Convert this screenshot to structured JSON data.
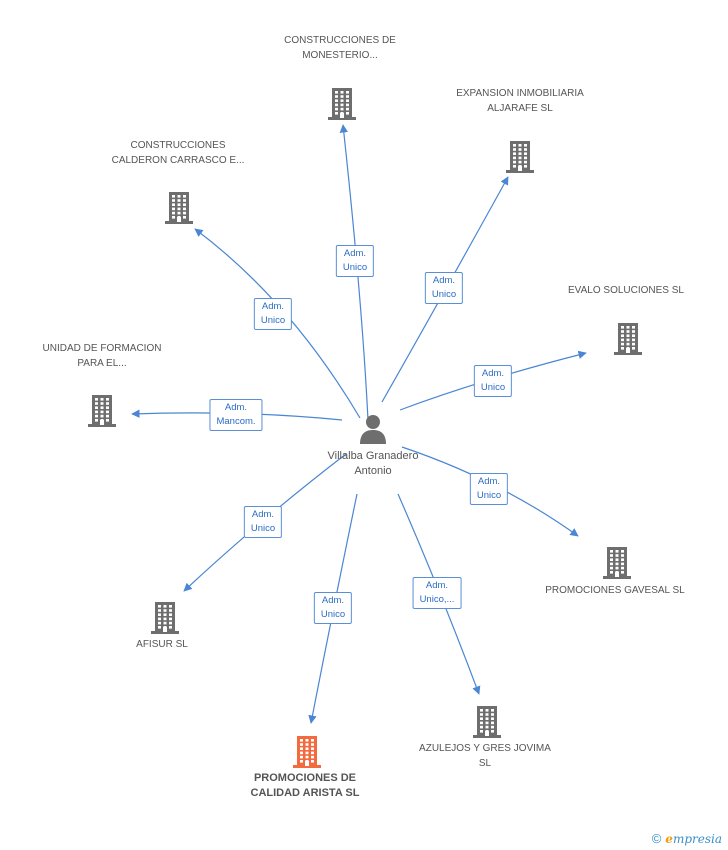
{
  "colors": {
    "edge": "#4a86d4",
    "building": "#6e6e6e",
    "highlight": "#f26a3d",
    "person": "#6e6e6e"
  },
  "center": {
    "name": "Villalba Granadero Antonio",
    "icon": "person-icon"
  },
  "nodes": [
    {
      "id": "monesterio",
      "label": "CONSTRUCCIONES DE MONESTERIO...",
      "edge_label": "Adm. Unico",
      "highlight": false,
      "icon": "building-icon"
    },
    {
      "id": "aljarafe",
      "label": "EXPANSION INMOBILIARIA ALJARAFE SL",
      "edge_label": "Adm. Unico",
      "highlight": false,
      "icon": "building-icon"
    },
    {
      "id": "calderon",
      "label": "CONSTRUCCIONES CALDERON CARRASCO E...",
      "edge_label": "Adm. Unico",
      "highlight": false,
      "icon": "building-icon"
    },
    {
      "id": "evalo",
      "label": "EVALO SOLUCIONES SL",
      "edge_label": "Adm. Unico",
      "highlight": false,
      "icon": "building-icon"
    },
    {
      "id": "unidad",
      "label": "UNIDAD DE FORMACION PARA EL...",
      "edge_label": "Adm. Mancom.",
      "highlight": false,
      "icon": "building-icon"
    },
    {
      "id": "gavesal",
      "label": "PROMOCIONES GAVESAL SL",
      "edge_label": "Adm. Unico",
      "highlight": false,
      "icon": "building-icon"
    },
    {
      "id": "afisur",
      "label": "AFISUR SL",
      "edge_label": "Adm. Unico",
      "highlight": false,
      "icon": "building-icon"
    },
    {
      "id": "jovima",
      "label": "AZULEJOS Y GRES JOVIMA SL",
      "edge_label": "Adm. Unico,...",
      "highlight": false,
      "icon": "building-icon"
    },
    {
      "id": "arista",
      "label": "PROMOCIONES DE CALIDAD ARISTA SL",
      "edge_label": "Adm. Unico",
      "highlight": true,
      "icon": "building-icon"
    }
  ],
  "footer": {
    "copyright": "©",
    "brand_initial": "e",
    "brand_rest": "mpresia"
  }
}
